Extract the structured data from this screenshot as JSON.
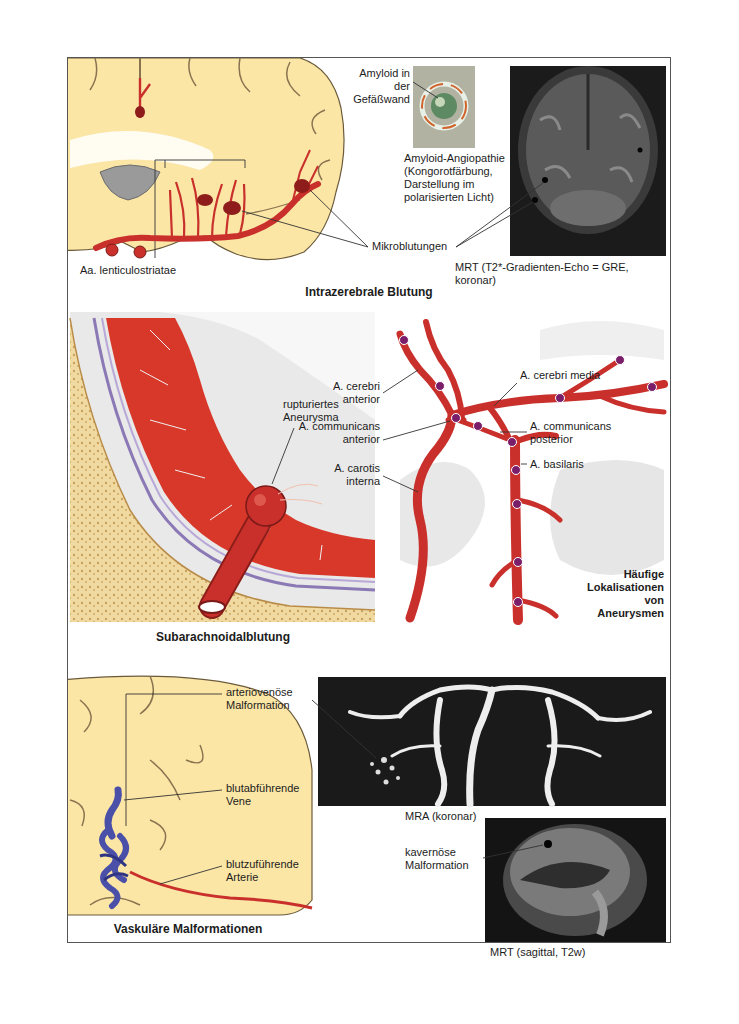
{
  "diagram": {
    "labels": [
      "Amyloid in der Gefäßwand",
      "Amyloid-Angiopathie (Kongorotfärbung, Darstellung im polarisierten Licht)",
      "Mikroblutungen",
      "MRT (T2*-Gradienten-Echo = GRE, koronar)",
      "Aa. lenticulostriatae",
      "Intrazerebrale Blutung",
      "rupturiertes Aneurysma",
      "A. cerebri anterior",
      "A. communicans anterior",
      "A. carotis interna",
      "A. cerebri media",
      "A. communicans posterior",
      "A. basilaris",
      "Häufige Lokalisationen von Aneurysmen",
      "Subarachnoidalblutung",
      "arteriovenöse Malformation",
      "blutabführende Vene",
      "blutzuführende Arterie",
      "MRA (koronar)",
      "kavernöse Malformation",
      "MRT (sagittal, T2w)",
      "Vaskuläre Malformationen"
    ]
  }
}
